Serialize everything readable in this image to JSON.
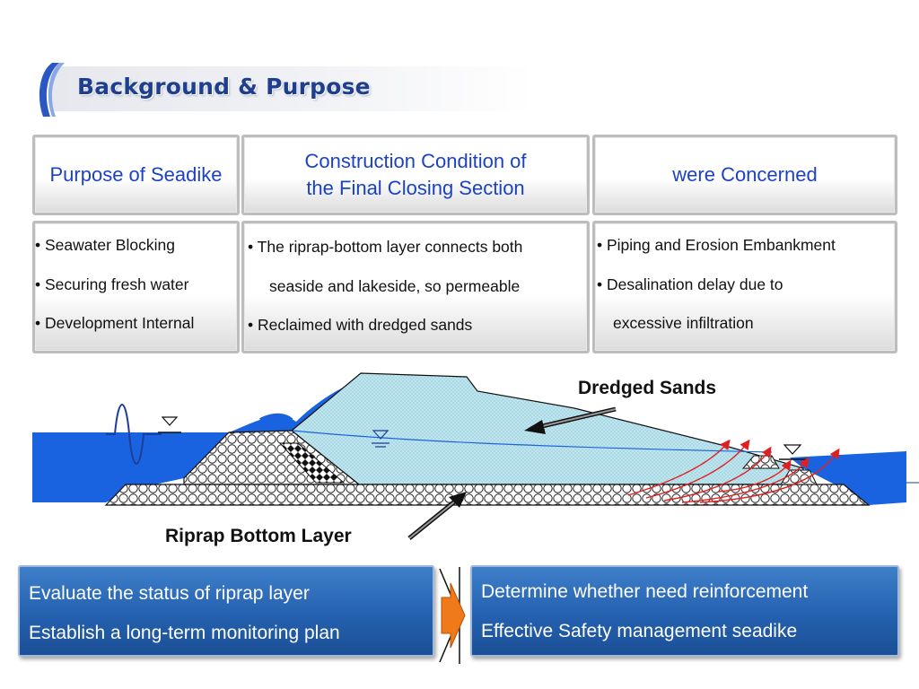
{
  "title": "Background & Purpose",
  "headers": [
    {
      "lines": [
        "Purpose of Seadike"
      ]
    },
    {
      "lines": [
        "Construction Condition of",
        "the Final Closing Section"
      ]
    },
    {
      "lines": [
        "were Concerned"
      ]
    }
  ],
  "bullet_boxes": [
    {
      "lines": [
        "• Seawater Blocking",
        "• Securing fresh water",
        "• Development Internal"
      ]
    },
    {
      "lines": [
        "• The riprap-bottom layer connects both",
        "seaside and lakeside, so permeable",
        "• Reclaimed with  dredged sands"
      ]
    },
    {
      "lines": [
        "• Piping and Erosion Embankment",
        "• Desalination delay due to",
        "excessive infiltration"
      ]
    }
  ],
  "diagram": {
    "label_dredged_sands": "Dredged Sands",
    "label_riprap_bottom": "Riprap Bottom Layer",
    "colors": {
      "water": "#1a63e0",
      "sand_fill": "#bfe6ef",
      "seepage": "#e02020",
      "riprap_stroke": "#222222"
    }
  },
  "bottom_panels": {
    "left": [
      "Evaluate the status of riprap layer",
      "Establish a long-term monitoring plan"
    ],
    "right": [
      "Determine whether need reinforcement",
      "Effective Safety management seadike"
    ]
  },
  "colors": {
    "accent_blue": "#1c42c4",
    "title_blue": "#1f3f8e",
    "arrow_orange": "#f07a1a"
  }
}
